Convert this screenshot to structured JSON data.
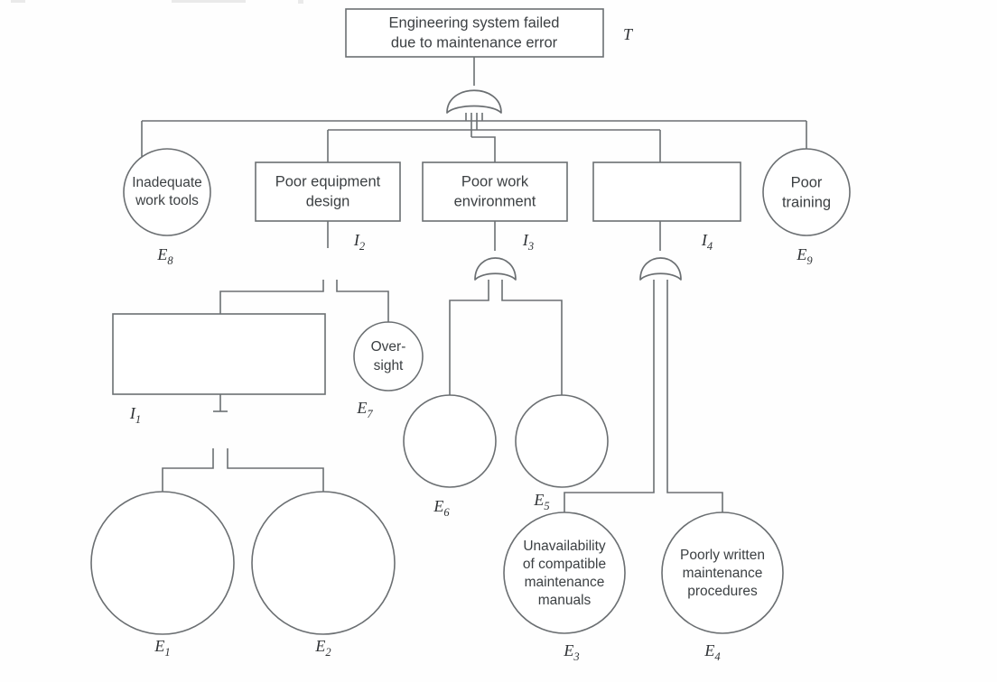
{
  "diagram": {
    "kind": "fault-tree",
    "stroke_color": "#6b6f72",
    "text_color": "#3c4043",
    "background": "#ffffff"
  },
  "nodes": {
    "top_event": {
      "id": "T",
      "shape": "rectangle",
      "line1": "Engineering system failed",
      "line2": "due to maintenance error",
      "tag": "T",
      "tag_sub": ""
    },
    "e8": {
      "id": "E8",
      "shape": "circle",
      "line1": "Inadequate",
      "line2": "work tools",
      "tag": "E",
      "tag_sub": "8"
    },
    "i2": {
      "id": "I2",
      "shape": "rectangle",
      "line1": "Poor equipment",
      "line2": "design",
      "tag": "I",
      "tag_sub": "2"
    },
    "i3": {
      "id": "I3",
      "shape": "rectangle",
      "line1": "Poor work",
      "line2": "environment",
      "tag": "I",
      "tag_sub": "3"
    },
    "i4": {
      "id": "I4",
      "shape": "rectangle",
      "line1": "",
      "line2": "",
      "tag": "I",
      "tag_sub": "4"
    },
    "e9": {
      "id": "E9",
      "shape": "circle",
      "line1": "Poor",
      "line2": "training",
      "tag": "E",
      "tag_sub": "9"
    },
    "i1": {
      "id": "I1",
      "shape": "rectangle",
      "line1": "",
      "line2": "",
      "tag": "I",
      "tag_sub": "1"
    },
    "e7": {
      "id": "E7",
      "shape": "circle",
      "line1": "Over-",
      "line2": "sight",
      "tag": "E",
      "tag_sub": "7"
    },
    "e6": {
      "id": "E6",
      "shape": "circle",
      "line1": "",
      "line2": "",
      "tag": "E",
      "tag_sub": "6"
    },
    "e5": {
      "id": "E5",
      "shape": "circle",
      "line1": "",
      "line2": "",
      "tag": "E",
      "tag_sub": "5"
    },
    "e1": {
      "id": "E1",
      "shape": "circle",
      "line1": "",
      "line2": "",
      "tag": "E",
      "tag_sub": "1"
    },
    "e2": {
      "id": "E2",
      "shape": "circle",
      "line1": "",
      "line2": "",
      "tag": "E",
      "tag_sub": "2"
    },
    "e3": {
      "id": "E3",
      "shape": "circle",
      "line1": "Unavailability",
      "line2": "of compatible",
      "line3": "maintenance",
      "line4": "manuals",
      "tag": "E",
      "tag_sub": "3"
    },
    "e4": {
      "id": "E4",
      "shape": "circle",
      "line1": "Poorly written",
      "line2": "maintenance",
      "line3": "procedures",
      "tag": "E",
      "tag_sub": "4"
    }
  },
  "gates": {
    "top": {
      "type": "OR",
      "parent": "T"
    },
    "i3": {
      "type": "OR",
      "parent": "I3"
    },
    "i4": {
      "type": "OR",
      "parent": "I4"
    }
  }
}
